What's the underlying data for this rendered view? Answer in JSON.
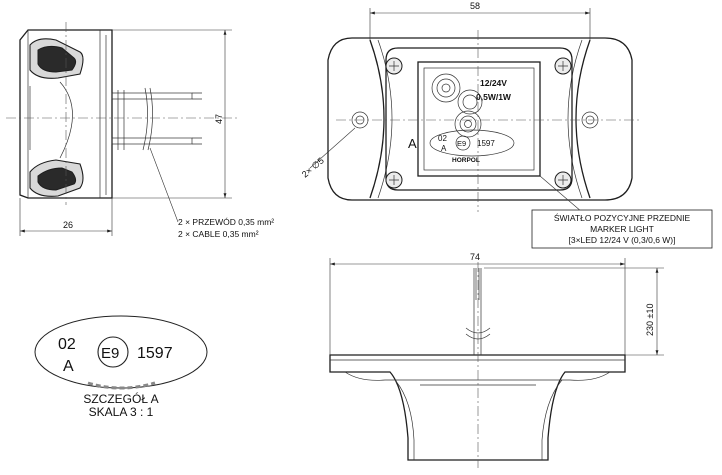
{
  "dimensions": {
    "width_58": "58",
    "height_47": "47",
    "depth_26": "26",
    "width_74": "74",
    "cable_length": "230 ±10",
    "hole": "2× ∅5"
  },
  "cable_note": {
    "line1": "2 × PRZEWÓD 0,35 mm²",
    "line2": "2 × CABLE 0,35 mm²"
  },
  "lamp_label": {
    "line1": "ŚWIATŁO POZYCYJNE PRZEDNIE",
    "line2": "MARKER LIGHT",
    "line3": "[3×LED 12/24 V (0,3/0,6 W)]"
  },
  "lens": {
    "voltage": "12/24V",
    "power": "0,5W/1W",
    "brand": "HORPOL"
  },
  "approval": {
    "class_code": "02",
    "class_letter": "A",
    "e_mark": "E9",
    "number": "1597"
  },
  "detail": {
    "marker": "A",
    "title": "SZCZEGÓŁ A",
    "scale": "SKALA 3 : 1"
  }
}
